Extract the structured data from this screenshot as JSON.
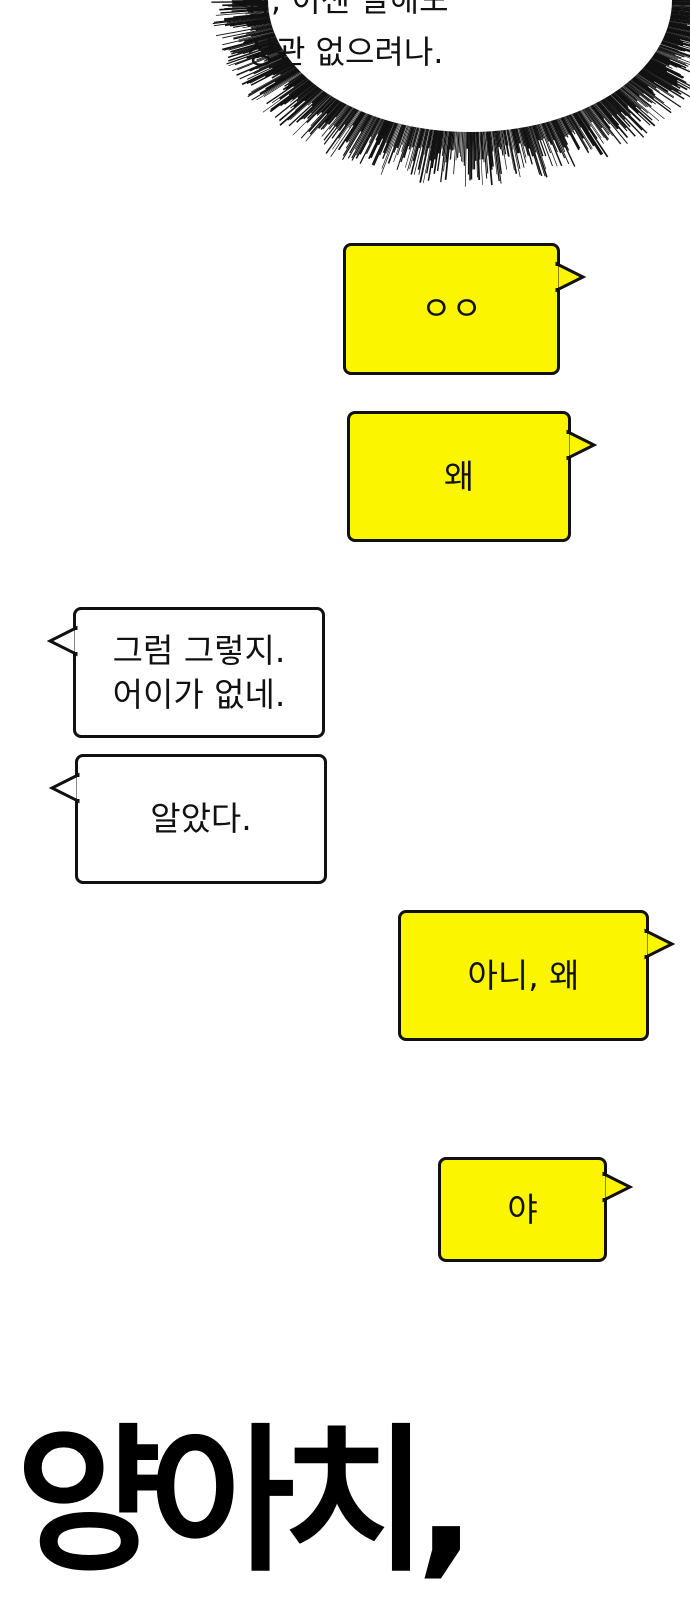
{
  "colors": {
    "yellow_bubble": "#fbf500",
    "white_bubble": "#ffffff",
    "outline": "#111111",
    "background": "#ffffff"
  },
  "thought_bubble": {
    "line_1": "뭐, 이젠 말해도",
    "line_2": "상관 없으려나."
  },
  "messages": [
    {
      "side": "right",
      "color": "yellow",
      "text": "ㅇㅇ"
    },
    {
      "side": "right",
      "color": "yellow",
      "text": "왜"
    },
    {
      "side": "left",
      "color": "white",
      "text": "그럼 그렇지.\n어이가 없네."
    },
    {
      "side": "left",
      "color": "white",
      "text": "알았다."
    },
    {
      "side": "right",
      "color": "yellow",
      "text": "아니, 왜"
    },
    {
      "side": "right",
      "color": "yellow",
      "text": "야"
    }
  ],
  "sound_effect": "양아치,"
}
